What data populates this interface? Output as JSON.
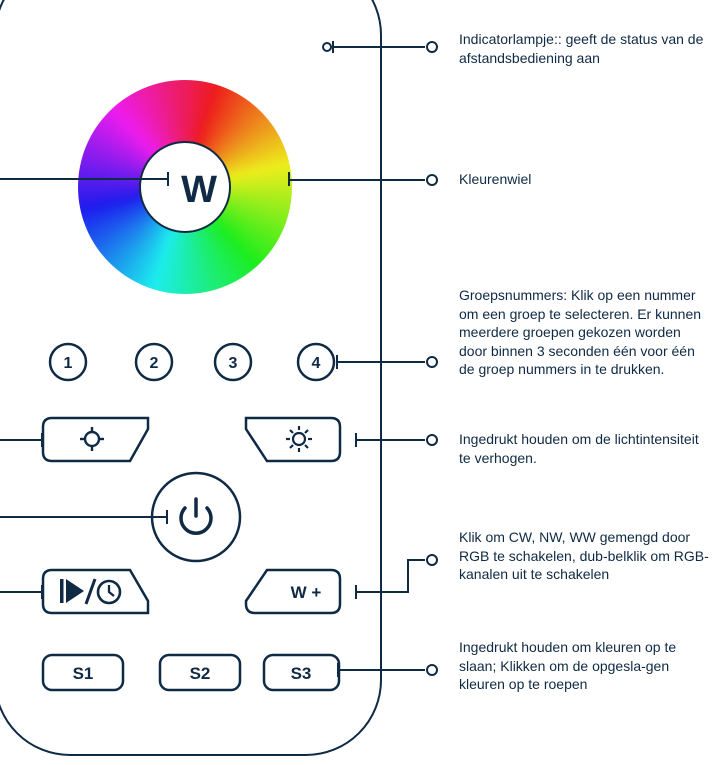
{
  "center_label": "W",
  "group_numbers": [
    "1",
    "2",
    "3",
    "4"
  ],
  "w_plus_label": "W +",
  "scene_buttons": [
    "S1",
    "S2",
    "S3"
  ],
  "icons": {
    "brightness_down": "sun-outline-icon",
    "brightness_up": "sun-rays-icon",
    "power": "power-icon",
    "mode_timer": "play-slash-clock-icon"
  },
  "colors": {
    "line": "#0f2a44",
    "text": "#0f2a44"
  },
  "annotations": {
    "indicator": "Indicatorlampje:: geeft de status van de afstandsbediening aan",
    "color_wheel": "Kleurenwiel",
    "group_numbers": "Groepsnummers: Klik op een nummer om een groep te selecteren. Er kunnen meerdere groepen gekozen worden door binnen 3 seconden één voor één de groep nummers in te drukken.",
    "brightness_up": "Ingedrukt houden om de lichtintensiteit te verhogen.",
    "w_plus": "Klik om CW, NW, WW gemengd door RGB te schakelen, dub-belklik om RGB-kanalen uit te schakelen",
    "scenes": "Ingedrukt houden om kleuren op te slaan; Klikken om de opgesla-gen kleuren op te roepen"
  }
}
